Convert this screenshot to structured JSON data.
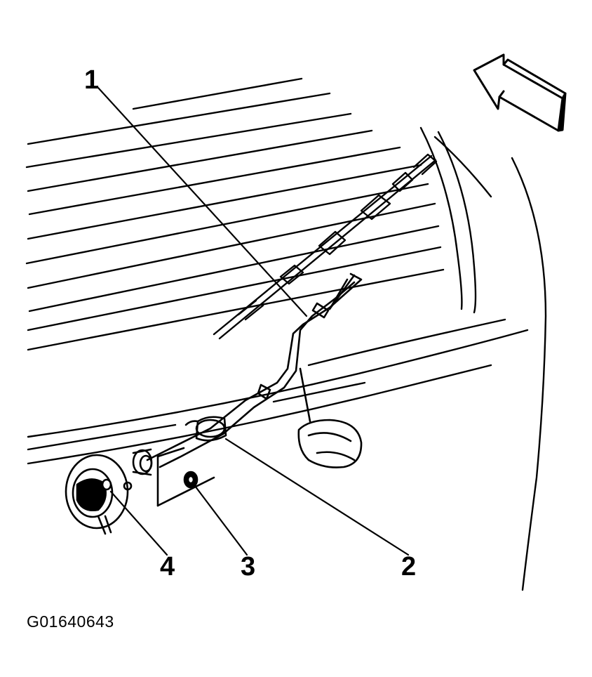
{
  "callouts": {
    "c1": "1",
    "c2": "2",
    "c3": "3",
    "c4": "4"
  },
  "figure_id": "G01640643",
  "colors": {
    "ink": "#000000",
    "paper": "#ffffff"
  }
}
